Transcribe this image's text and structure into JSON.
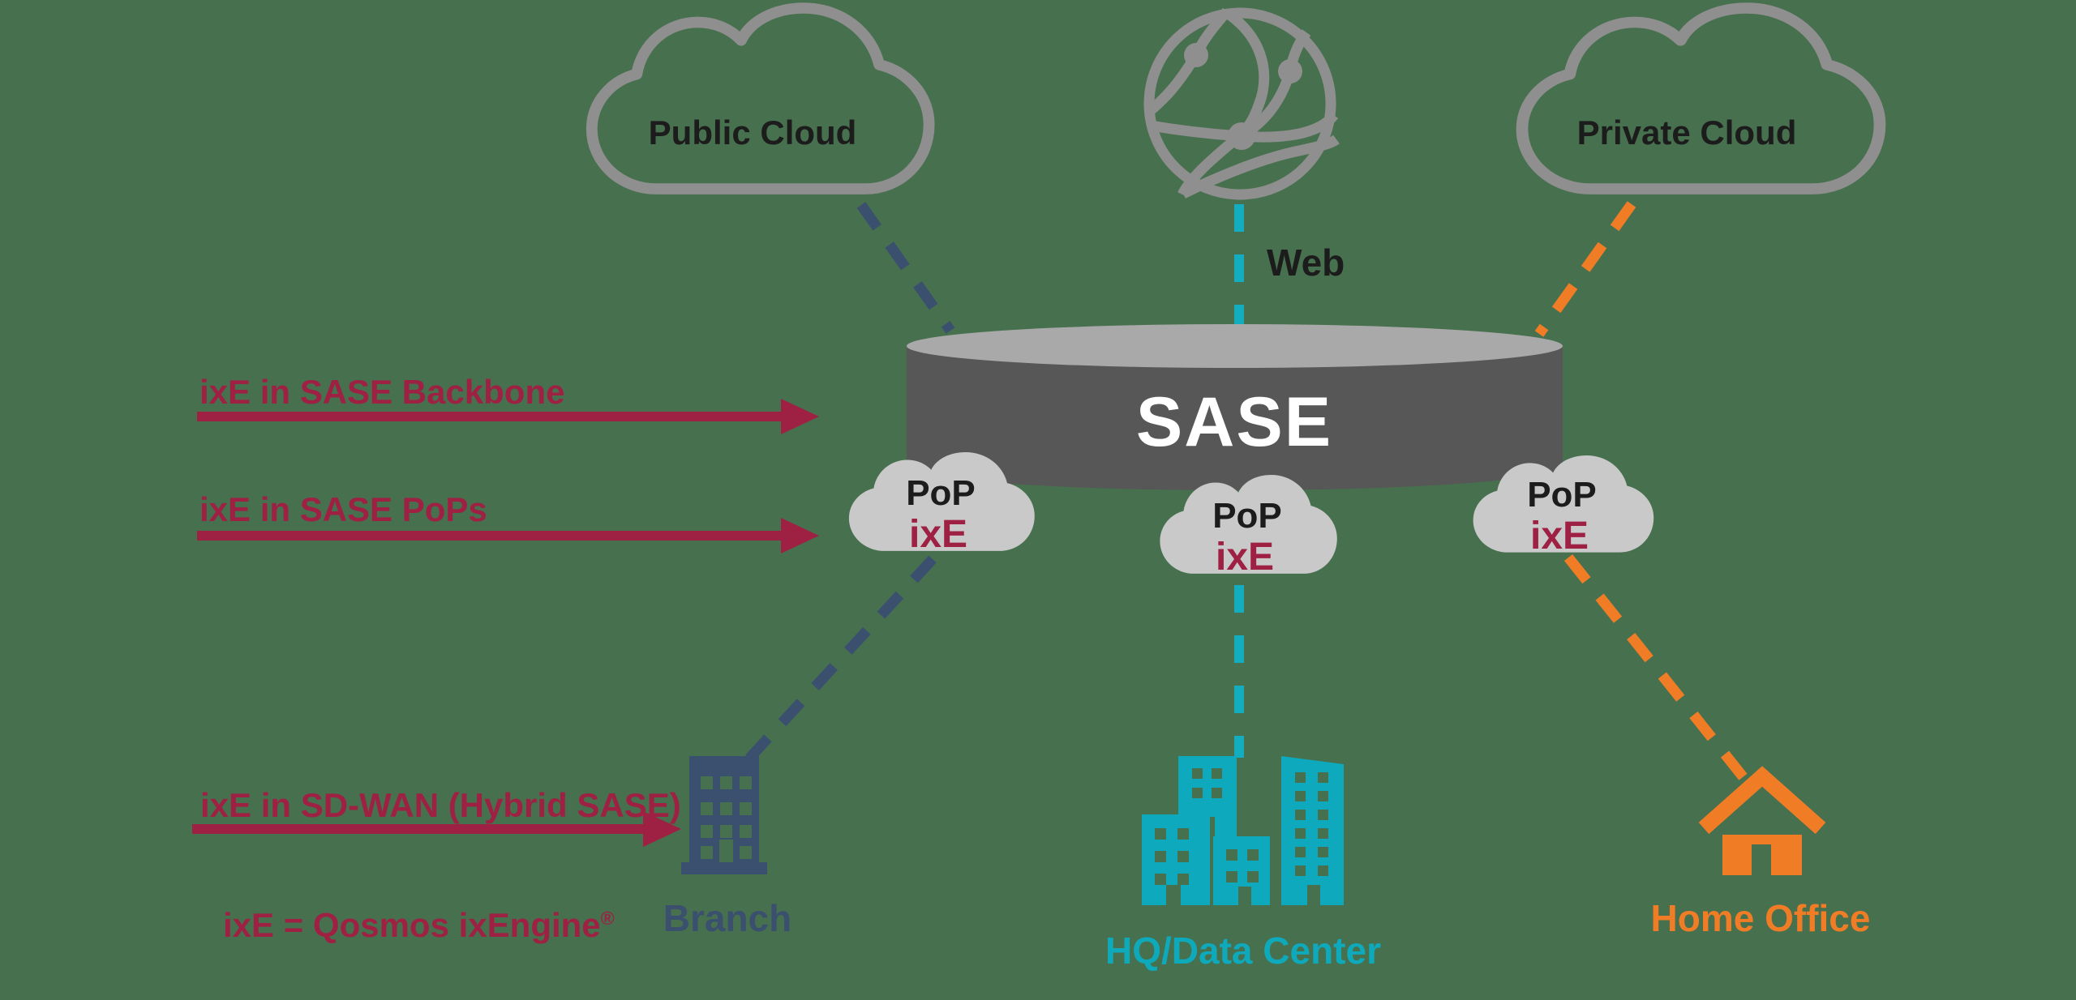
{
  "colors": {
    "background": "#47704e",
    "crimson": "#9e2144",
    "navy": "#3a506e",
    "teal": "#0fa9bc",
    "orange": "#f07d26",
    "gray_outline": "#8f8f8f",
    "pop_cloud_fill": "#c9c9c9",
    "cylinder_body": "#575757",
    "cylinder_top": "#a9a9a9",
    "label_black": "#1c1c1c",
    "sase_text": "#ffffff"
  },
  "diagram": {
    "public_cloud_label": "Public Cloud",
    "web_label": "Web",
    "private_cloud_label": "Private Cloud",
    "sase_label": "SASE",
    "branch_label": "Branch",
    "hq_label": "HQ/Data Center",
    "home_office_label": "Home Office",
    "pops": [
      {
        "name": "PoP",
        "engine": "ixE"
      },
      {
        "name": "PoP",
        "engine": "ixE"
      },
      {
        "name": "PoP",
        "engine": "ixE"
      }
    ]
  },
  "annotations": {
    "backbone": "ixE in SASE Backbone",
    "pops": "ixE in SASE PoPs",
    "sdwan": "ixE in SD-WAN (Hybrid SASE)",
    "footnote": "ixE = Qosmos ixEngine",
    "footnote_reg": "®"
  }
}
